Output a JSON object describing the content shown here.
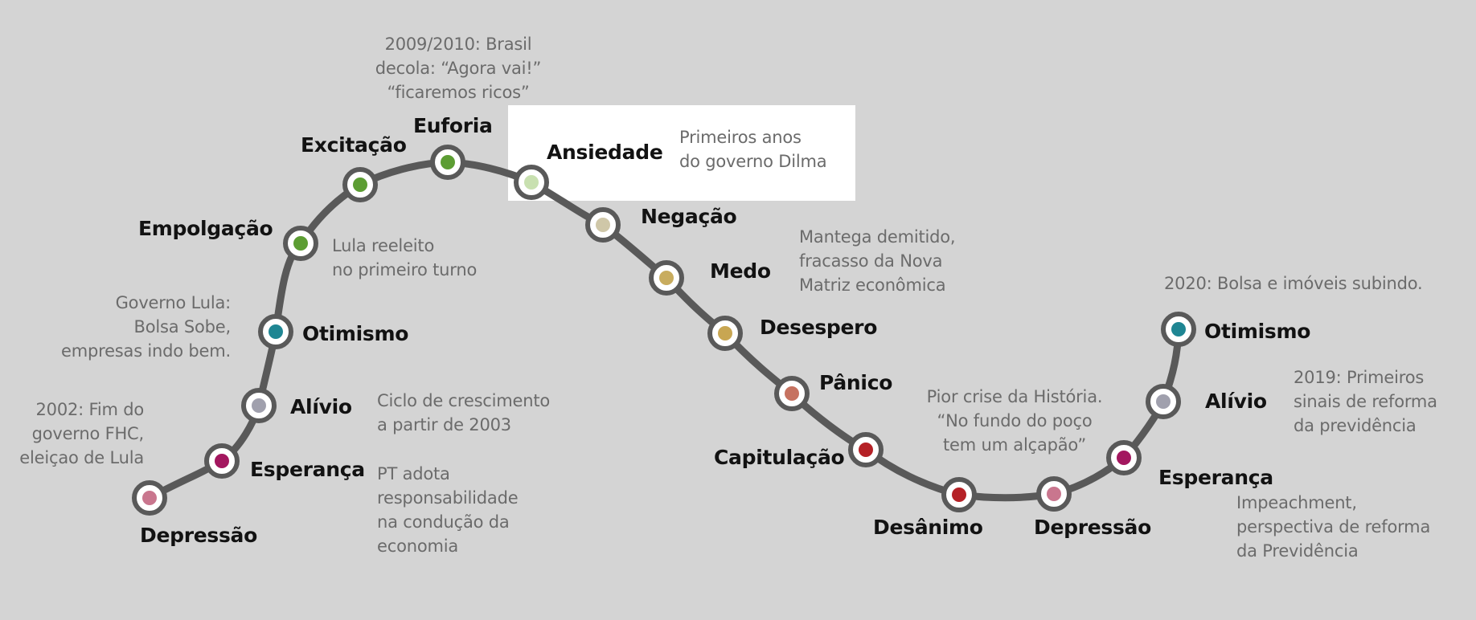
{
  "stages": [
    {
      "label": "Depressão",
      "color": "#c9768e"
    },
    {
      "label": "Esperança",
      "color": "#a3175f"
    },
    {
      "label": "Alívio",
      "color": "#a0a0ad"
    },
    {
      "label": "Otimismo",
      "color": "#1f8693"
    },
    {
      "label": "Empolgação",
      "color": "#5c9d33"
    },
    {
      "label": "Excitação",
      "color": "#5c9d33"
    },
    {
      "label": "Euforia",
      "color": "#5c9d33"
    },
    {
      "label": "Ansiedade",
      "color": "#c8e0b0"
    },
    {
      "label": "Negação",
      "color": "#cfc7a8"
    },
    {
      "label": "Medo",
      "color": "#c8ac5e"
    },
    {
      "label": "Desespero",
      "color": "#c8a652"
    },
    {
      "label": "Pânico",
      "color": "#c67260"
    },
    {
      "label": "Capitulação",
      "color": "#b52126"
    },
    {
      "label": "Desânimo",
      "color": "#b52126"
    },
    {
      "label": "Depressão",
      "color": "#c9768e"
    },
    {
      "label": "Esperança",
      "color": "#a3175f"
    },
    {
      "label": "Alívio",
      "color": "#a0a0ad"
    },
    {
      "label": "Otimismo",
      "color": "#1f8693"
    }
  ],
  "notes": {
    "fim_fhc": [
      "2002: Fim do",
      "governo FHC,",
      "eleiçao de Lula"
    ],
    "governo_lula": [
      "Governo Lula:",
      "Bolsa Sobe,",
      "empresas indo bem."
    ],
    "lula_reeleito": [
      "Lula reeleito",
      "no primeiro turno"
    ],
    "brasil_decola": [
      "2009/2010: Brasil",
      "decola: “Agora vai!”",
      "“ficaremos ricos”"
    ],
    "governo_dilma": [
      "Primeiros anos",
      "do governo Dilma"
    ],
    "ciclo_crescimento": [
      "Ciclo de crescimento",
      "a partir de 2003"
    ],
    "pt_adota": [
      "PT adota",
      "responsabilidade",
      "na condução da",
      "economia"
    ],
    "mantega": [
      "Mantega demitido,",
      "fracasso da Nova",
      "Matriz econômica"
    ],
    "pior_crise": [
      "Pior crise da História.",
      "“No fundo do poço",
      "tem um alçapão”"
    ],
    "bolsa_2020": [
      "2020: Bolsa e imóveis subindo."
    ],
    "reforma_2019": [
      "2019: Primeiros",
      "sinais de reforma",
      "da previdência"
    ],
    "impeachment": [
      "Impeachment,",
      "perspectiva de reforma",
      "da Previdência"
    ]
  },
  "colors": {
    "background": "#d4d4d4",
    "curve": "#595959",
    "label_text": "#121212",
    "note_text": "#6b6b6b",
    "highlight": "#ffffff"
  }
}
